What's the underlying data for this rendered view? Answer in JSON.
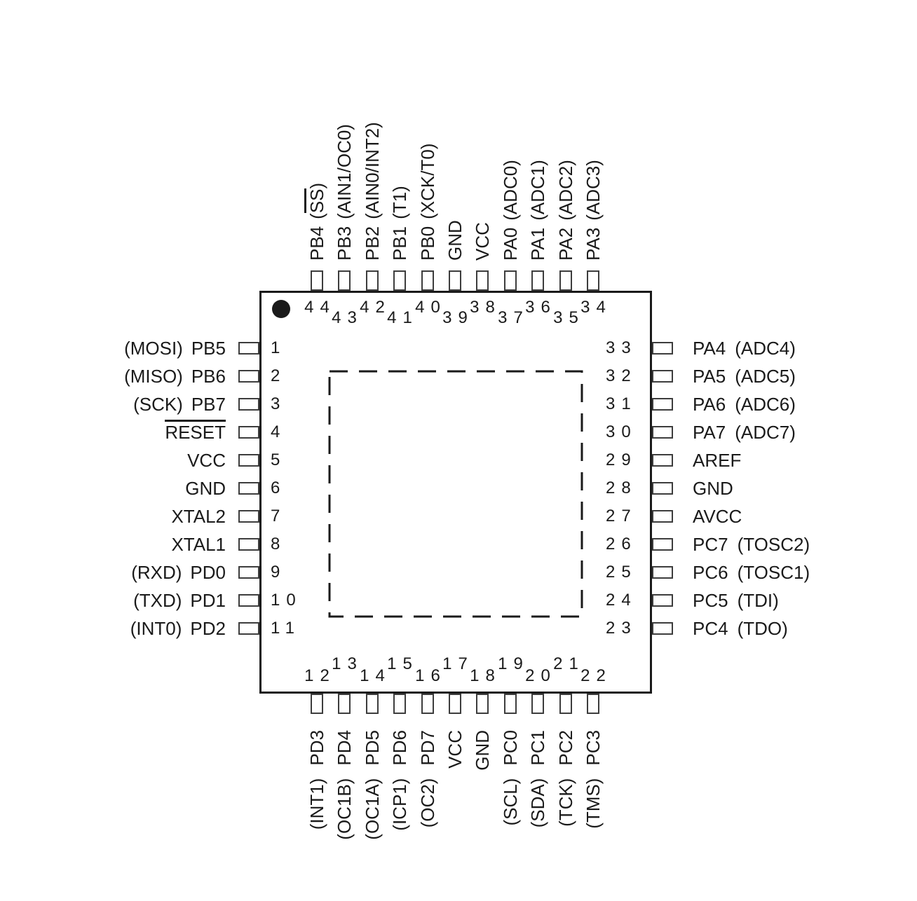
{
  "diagram": {
    "package": "44-pin quad flat package pinout",
    "pin1_marker": "filled-dot"
  },
  "colors": {
    "line": "#1a1a1a",
    "background": "#ffffff",
    "pin_outline": "#3d3d3d"
  },
  "pins": {
    "left": [
      {
        "num": "1",
        "function": "(MOSI)",
        "name": "PB5"
      },
      {
        "num": "2",
        "function": "(MISO)",
        "name": "PB6"
      },
      {
        "num": "3",
        "function": "(SCK)",
        "name": "PB7"
      },
      {
        "num": "4",
        "function": "",
        "name": "RESET",
        "overline": "RESET"
      },
      {
        "num": "5",
        "function": "",
        "name": "VCC"
      },
      {
        "num": "6",
        "function": "",
        "name": "GND"
      },
      {
        "num": "7",
        "function": "",
        "name": "XTAL2"
      },
      {
        "num": "8",
        "function": "",
        "name": "XTAL1"
      },
      {
        "num": "9",
        "function": "(RXD)",
        "name": "PD0"
      },
      {
        "num": "10",
        "function": "(TXD)",
        "name": "PD1"
      },
      {
        "num": "11",
        "function": "(INT0)",
        "name": "PD2"
      }
    ],
    "top": [
      {
        "num": "44",
        "name": "PB4",
        "function": "(SS)",
        "overline": "SS"
      },
      {
        "num": "43",
        "name": "PB3",
        "function": "(AIN1/OC0)"
      },
      {
        "num": "42",
        "name": "PB2",
        "function": "(AIN0/INT2)"
      },
      {
        "num": "41",
        "name": "PB1",
        "function": "(T1)"
      },
      {
        "num": "40",
        "name": "PB0",
        "function": "(XCK/T0)"
      },
      {
        "num": "39",
        "name": "GND",
        "function": ""
      },
      {
        "num": "38",
        "name": "VCC",
        "function": ""
      },
      {
        "num": "37",
        "name": "PA0",
        "function": "(ADC0)"
      },
      {
        "num": "36",
        "name": "PA1",
        "function": "(ADC1)"
      },
      {
        "num": "35",
        "name": "PA2",
        "function": "(ADC2)"
      },
      {
        "num": "34",
        "name": "PA3",
        "function": "(ADC3)"
      }
    ],
    "right": [
      {
        "num": "33",
        "name": "PA4",
        "function": "(ADC4)"
      },
      {
        "num": "32",
        "name": "PA5",
        "function": "(ADC5)"
      },
      {
        "num": "31",
        "name": "PA6",
        "function": "(ADC6)"
      },
      {
        "num": "30",
        "name": "PA7",
        "function": "(ADC7)"
      },
      {
        "num": "29",
        "name": "AREF",
        "function": ""
      },
      {
        "num": "28",
        "name": "GND",
        "function": ""
      },
      {
        "num": "27",
        "name": "AVCC",
        "function": ""
      },
      {
        "num": "26",
        "name": "PC7",
        "function": "(TOSC2)"
      },
      {
        "num": "25",
        "name": "PC6",
        "function": "(TOSC1)"
      },
      {
        "num": "24",
        "name": "PC5",
        "function": "(TDI)"
      },
      {
        "num": "23",
        "name": "PC4",
        "function": "(TDO)"
      }
    ],
    "bottom": [
      {
        "num": "12",
        "name": "PD3",
        "function": "(INT1)"
      },
      {
        "num": "13",
        "name": "PD4",
        "function": "(OC1B)"
      },
      {
        "num": "14",
        "name": "PD5",
        "function": "(OC1A)"
      },
      {
        "num": "15",
        "name": "PD6",
        "function": "(ICP1)"
      },
      {
        "num": "16",
        "name": "PD7",
        "function": "(OC2)"
      },
      {
        "num": "17",
        "name": "VCC",
        "function": ""
      },
      {
        "num": "18",
        "name": "GND",
        "function": ""
      },
      {
        "num": "19",
        "name": "PC0",
        "function": "(SCL)"
      },
      {
        "num": "20",
        "name": "PC1",
        "function": "(SDA)"
      },
      {
        "num": "21",
        "name": "PC2",
        "function": "(TCK)"
      },
      {
        "num": "22",
        "name": "PC3",
        "function": "(TMS)"
      }
    ]
  }
}
